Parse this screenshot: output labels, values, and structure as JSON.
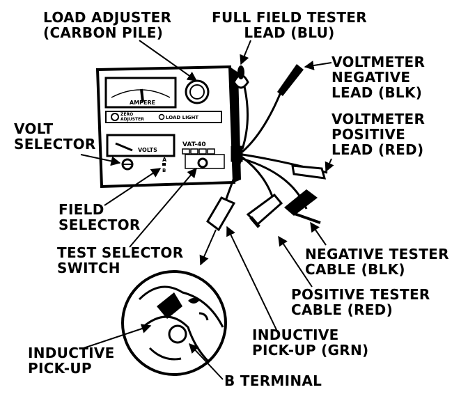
{
  "labels": {
    "load_adjuster": [
      "LOAD ADJUSTER",
      "(CARBON PILE)"
    ],
    "full_field_tester_lead": [
      "FULL FIELD TESTER",
      "LEAD (BLU)"
    ],
    "voltmeter_negative_lead": [
      "VOLTMETER",
      "NEGATIVE",
      "LEAD (BLK)"
    ],
    "voltmeter_positive_lead": [
      "VOLTMETER",
      "POSITIVE",
      "LEAD (RED)"
    ],
    "volt_selector": [
      "VOLT",
      "SELECTOR"
    ],
    "field_selector": [
      "FIELD",
      "SELECTOR"
    ],
    "test_selector_switch": [
      "TEST SELECTOR",
      "SWITCH"
    ],
    "negative_tester_cable": [
      "NEGATIVE TESTER",
      "CABLE (BLK)"
    ],
    "positive_tester_cable": [
      "POSITIVE TESTER",
      "CABLE (RED)"
    ],
    "inductive_pickup_grn": [
      "INDUCTIVE",
      "PICK-UP (GRN)"
    ],
    "inductive_pickup": [
      "INDUCTIVE",
      "PICK-UP"
    ],
    "b_terminal": [
      "B TERMINAL"
    ]
  },
  "panel": {
    "ampere_label": "AMPERE",
    "zero_adjuster": [
      "ZERO",
      "ADJUSTER"
    ],
    "load_light": "LOAD  LIGHT",
    "volts_label": "VOLTS",
    "model": "VAT-40",
    "field_positions": [
      "A",
      "B"
    ]
  }
}
